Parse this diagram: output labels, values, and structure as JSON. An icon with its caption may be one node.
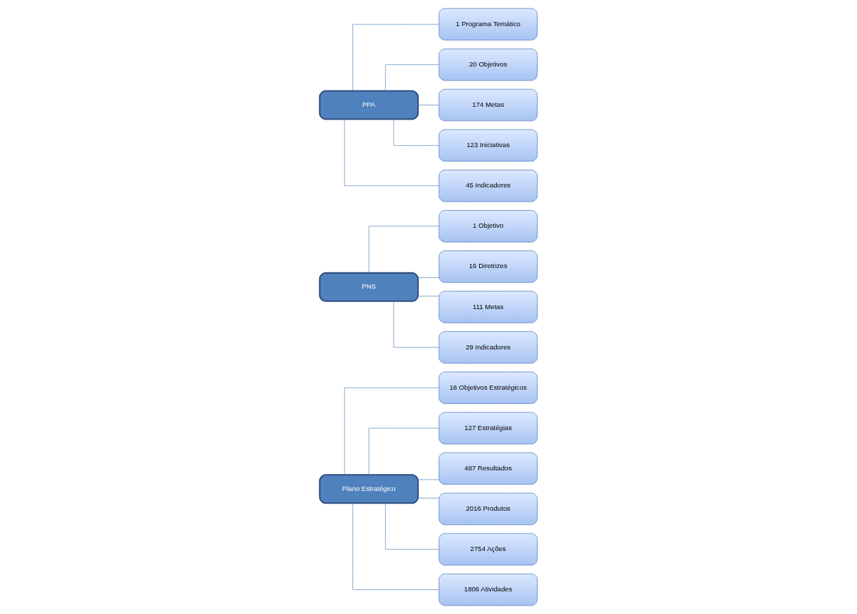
{
  "diagram": {
    "nodes": [
      {
        "text": [
          "Plano Estratégico"
        ]
      },
      {
        "text": [
          "16 Objetivos Estratégicos"
        ]
      },
      {
        "text": [
          "127 Estratégias"
        ]
      },
      {
        "text": [
          "487 Resultados"
        ]
      },
      {
        "text": [
          "2016 Produtos"
        ]
      },
      {
        "text": [
          "2754 Ações"
        ]
      },
      {
        "text": [
          "1806 Atividades"
        ]
      },
      {
        "text": [
          "PNS"
        ]
      },
      {
        "text": [
          "1 Objetivo"
        ]
      },
      {
        "text": [
          "16 Diretrizes"
        ]
      },
      {
        "text": [
          "111 Metas"
        ]
      },
      {
        "text": [
          "29 Indicadores"
        ]
      },
      {
        "text": [
          "PPA"
        ]
      },
      {
        "text": [
          "1 Programa Temático"
        ]
      },
      {
        "text": [
          "20 Objetivos"
        ]
      },
      {
        "text": [
          "174 Metas"
        ]
      },
      {
        "text": [
          "123 Iniciativas"
        ]
      },
      {
        "text": [
          "45 Indicadores"
        ]
      }
    ],
    "edges": [
      {
        "from": 0,
        "to": 1,
        "arrow": "none"
      },
      {
        "from": 0,
        "to": 2,
        "arrow": "none"
      },
      {
        "from": 0,
        "to": 3,
        "arrow": "none"
      },
      {
        "from": 0,
        "to": 4,
        "arrow": "none"
      },
      {
        "from": 0,
        "to": 5,
        "arrow": "none"
      },
      {
        "from": 0,
        "to": 6,
        "arrow": "none"
      },
      {
        "from": 7,
        "to": 8,
        "arrow": "none"
      },
      {
        "from": 7,
        "to": 9,
        "arrow": "none"
      },
      {
        "from": 7,
        "to": 10,
        "arrow": "none"
      },
      {
        "from": 7,
        "to": 11,
        "arrow": "none"
      },
      {
        "from": 12,
        "to": 13,
        "arrow": "none"
      },
      {
        "from": 12,
        "to": 14,
        "arrow": "none"
      },
      {
        "from": 12,
        "to": 15,
        "arrow": "none"
      },
      {
        "from": 12,
        "to": 16,
        "arrow": "none"
      },
      {
        "from": 12,
        "to": 17,
        "arrow": "none"
      }
    ]
  }
}
